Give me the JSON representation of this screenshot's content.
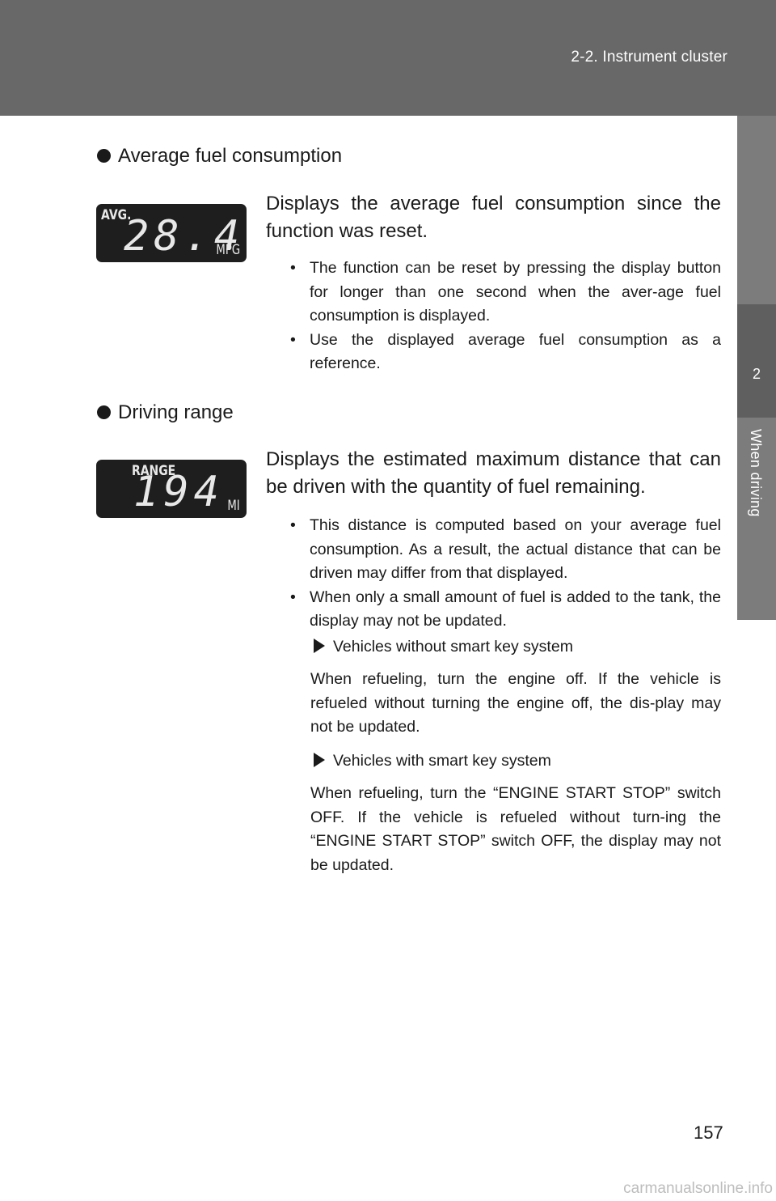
{
  "header": {
    "section_title": "2-2. Instrument cluster"
  },
  "side_tab": {
    "number": "2",
    "label": "When driving"
  },
  "sections": [
    {
      "heading": "Average fuel consumption",
      "display": {
        "label": "AVG.",
        "value": "28.4",
        "unit": "MPG"
      },
      "lead": "Displays the average fuel consumption since the function was reset.",
      "bullets": [
        "The function can be reset by pressing the display button for longer than one second when the aver-age fuel consumption is displayed.",
        "Use the displayed average fuel consumption as a reference."
      ]
    },
    {
      "heading": "Driving range",
      "display": {
        "label": "RANGE",
        "value": "194",
        "unit": "MI"
      },
      "lead": "Displays the estimated maximum distance that can be driven with the quantity of fuel remaining.",
      "bullets": [
        "This distance is computed based on your average fuel consumption. As a result, the actual distance that can be driven may differ from that displayed.",
        "When only a small amount of fuel is added to the tank, the display may not be updated."
      ],
      "subsections": [
        {
          "heading": "Vehicles without smart key system",
          "text": "When refueling, turn the engine off. If the vehicle is refueled without turning the engine off, the dis-play may not be updated."
        },
        {
          "heading": "Vehicles with smart key system",
          "text": "When refueling, turn the “ENGINE START STOP” switch OFF. If the vehicle is refueled without turn-ing the “ENGINE START STOP” switch OFF, the display may not be updated."
        }
      ]
    }
  ],
  "page_number": "157",
  "watermark": "carmanualsonline.info"
}
